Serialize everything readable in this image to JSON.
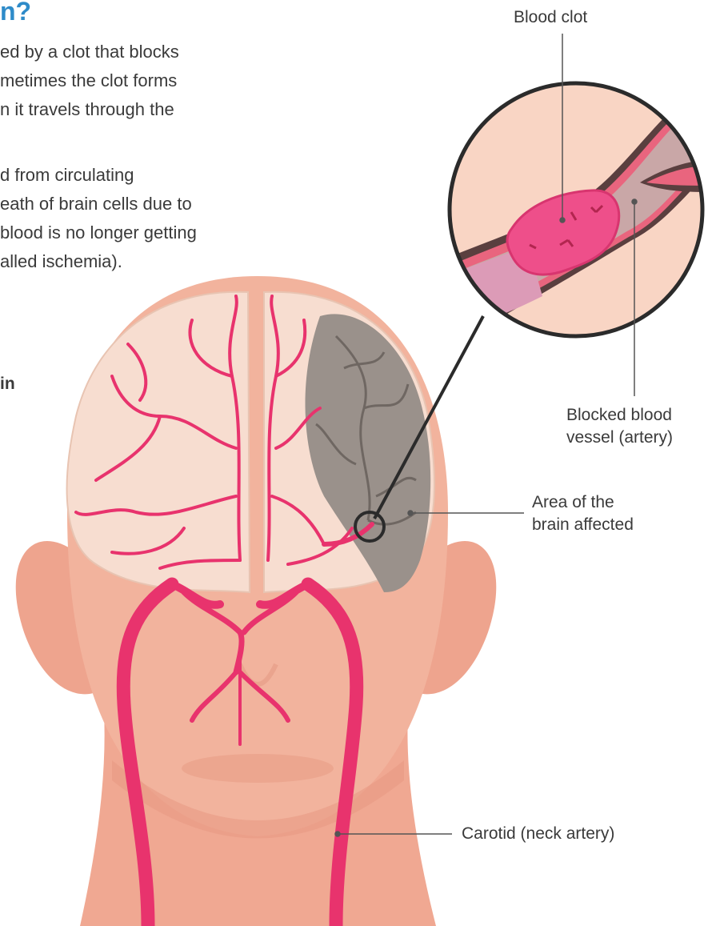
{
  "heading": "n?",
  "body_lines": [
    "ed by a clot that blocks",
    "metimes the clot forms",
    "n it travels through the",
    "d from circulating",
    "eath of brain cells due to",
    "blood is no longer getting",
    "alled ischemia)."
  ],
  "side_fragment": "in",
  "labels": {
    "blood_clot": "Blood clot",
    "blocked_vessel_line1": "Blocked blood",
    "blocked_vessel_line2": "vessel (artery)",
    "area_line1": "Area of the",
    "area_line2": "brain affected",
    "carotid": "Carotid (neck artery)"
  },
  "colors": {
    "heading": "#2e8bc9",
    "artery": "#e8336d",
    "skin": "#f2b39d",
    "skin_dark": "#e89a83",
    "brain": "#f7ddd0",
    "affected_area": "#9a918b",
    "clot": "#ee4f8a",
    "leader_line": "#555555"
  }
}
